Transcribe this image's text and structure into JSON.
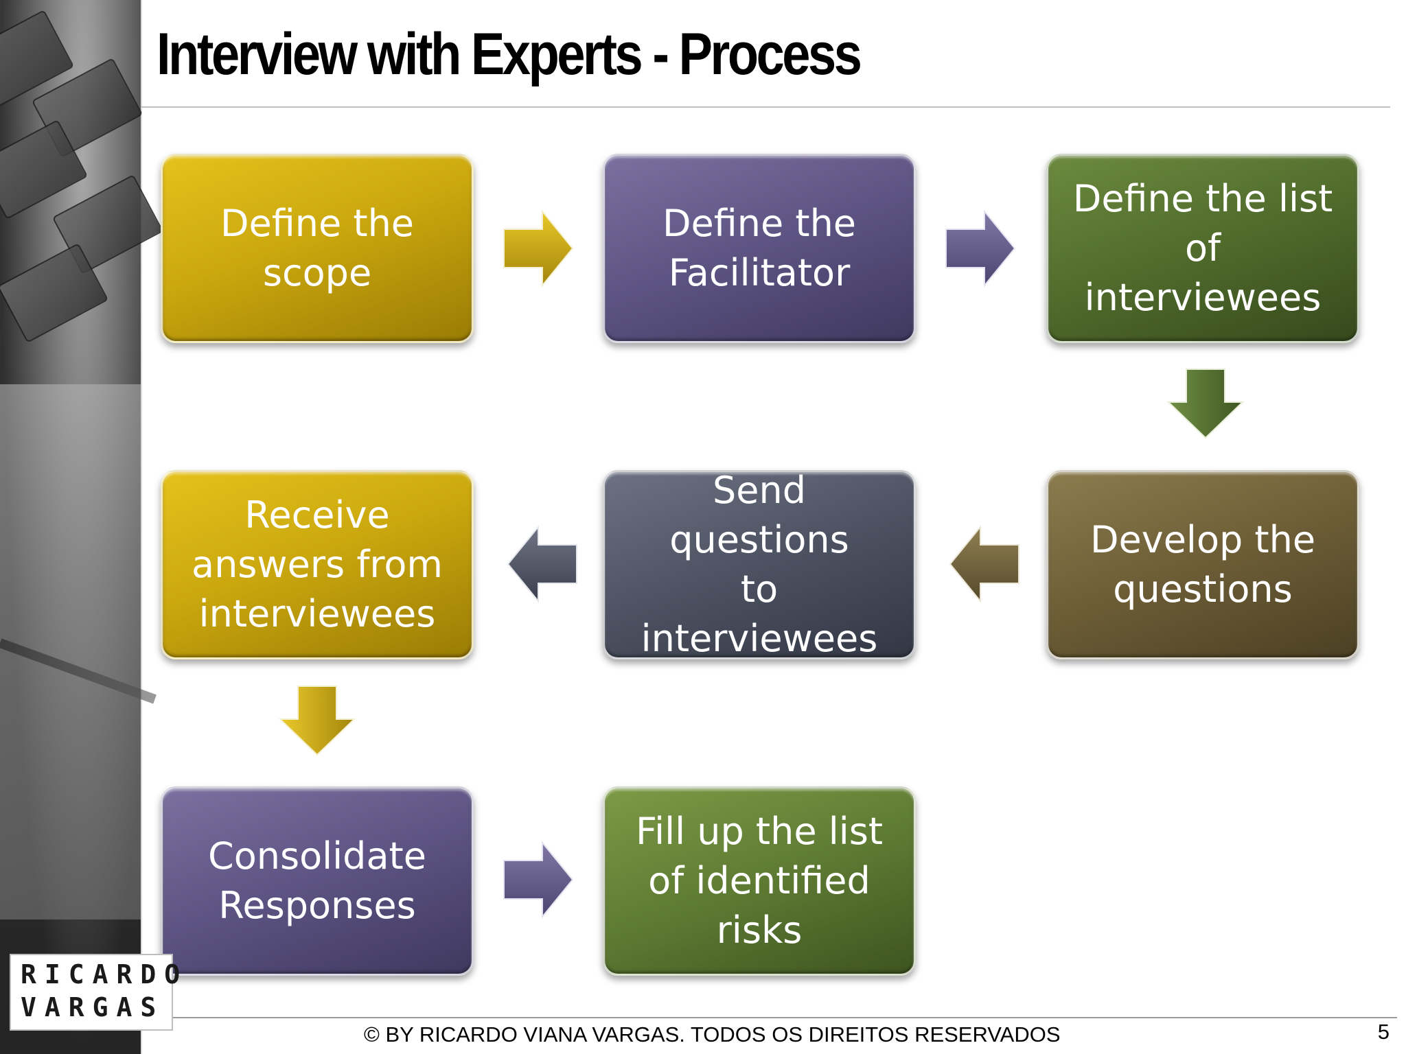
{
  "title": "Interview with Experts - Process",
  "steps": [
    {
      "label": "Define the\nscope"
    },
    {
      "label": "Define the\nFacilitator"
    },
    {
      "label": "Define the list\nof\ninterviewees"
    },
    {
      "label": "Develop the\nquestions"
    },
    {
      "label": "Send questions\nto\ninterviewees"
    },
    {
      "label": "Receive\nanswers from\ninterviewees"
    },
    {
      "label": "Consolidate\nResponses"
    },
    {
      "label": "Fill up the list\nof identified\nrisks"
    }
  ],
  "footer": {
    "copyright": "© BY RICARDO VIANA VARGAS. TODOS OS DIREITOS RESERVADOS",
    "page_number": "5"
  },
  "logo": {
    "line1": "RICARDO",
    "line2": "VARGAS"
  },
  "colors": {
    "gold": "#cba80e",
    "purple": "#5c5382",
    "green": "#506b2c",
    "olive": "#6c5d36",
    "slate": "#4d5262"
  }
}
